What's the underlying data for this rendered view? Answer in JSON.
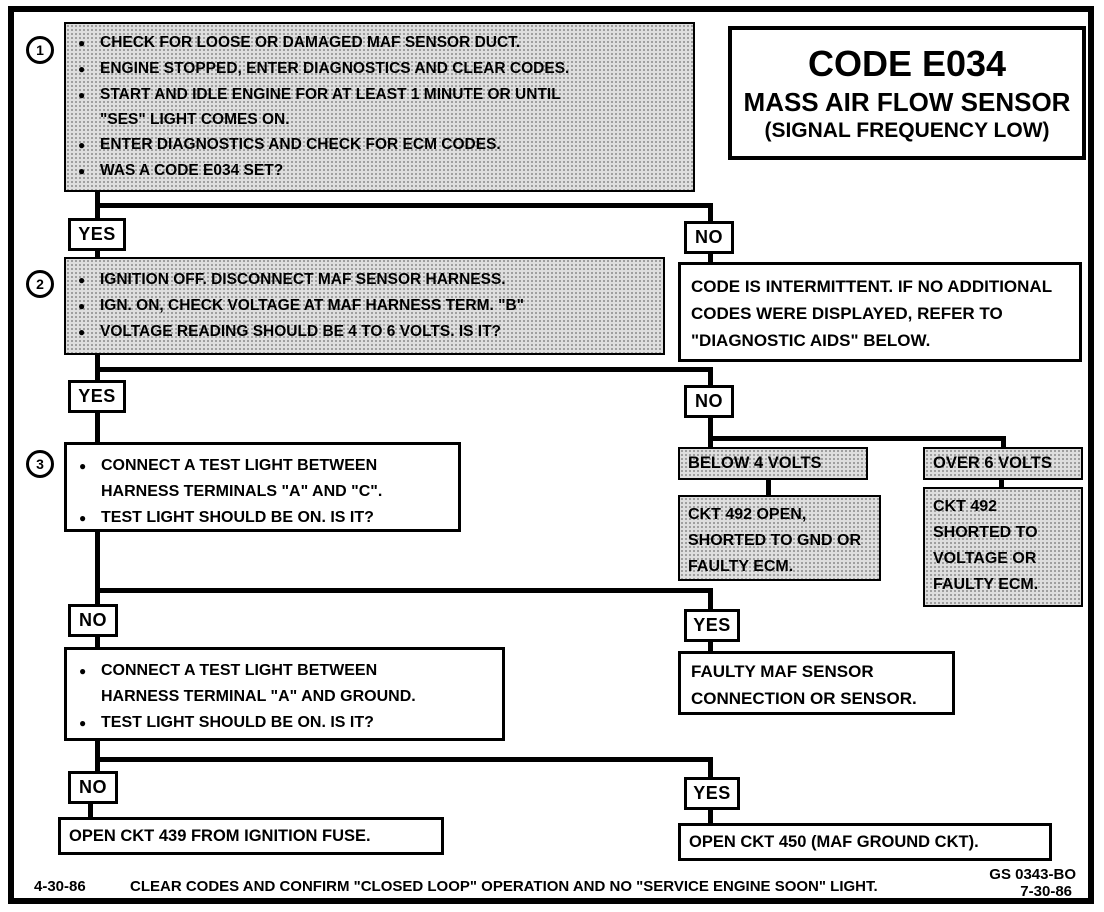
{
  "title": {
    "code": "CODE E034",
    "name": "MASS AIR FLOW SENSOR",
    "subtitle": "(SIGNAL FREQUENCY LOW)"
  },
  "labels": {
    "yes": "YES",
    "no": "NO"
  },
  "steps": {
    "step1": {
      "number": "1",
      "bullets": [
        "CHECK FOR LOOSE OR DAMAGED MAF SENSOR DUCT.",
        "ENGINE STOPPED, ENTER DIAGNOSTICS AND CLEAR CODES.",
        "START AND IDLE ENGINE FOR AT LEAST 1 MINUTE OR UNTIL \"SES\" LIGHT COMES ON.",
        "ENTER DIAGNOSTICS AND CHECK FOR ECM CODES.",
        "WAS A CODE E034 SET?"
      ]
    },
    "step2": {
      "number": "2",
      "bullets": [
        "IGNITION OFF.  DISCONNECT MAF SENSOR HARNESS.",
        "IGN. ON, CHECK VOLTAGE AT MAF HARNESS TERM. \"B\"",
        "VOLTAGE READING SHOULD BE 4 TO 6 VOLTS.  IS IT?"
      ]
    },
    "step3": {
      "number": "3",
      "bullets": [
        "CONNECT A TEST LIGHT BETWEEN HARNESS TERMINALS \"A\" AND \"C\".",
        "TEST LIGHT SHOULD BE ON.  IS IT?"
      ]
    },
    "step4": {
      "bullets": [
        "CONNECT A TEST LIGHT BETWEEN HARNESS TERMINAL \"A\" AND GROUND.",
        "TEST LIGHT SHOULD BE ON.  IS IT?"
      ]
    }
  },
  "results": {
    "intermittent": "CODE IS INTERMITTENT.  IF NO ADDITIONAL CODES WERE DISPLAYED, REFER TO \"DIAGNOSTIC AIDS\" BELOW.",
    "below_4_volts": "BELOW 4 VOLTS",
    "over_6_volts": "OVER 6 VOLTS",
    "ckt492_open": "CKT 492 OPEN, SHORTED TO GND OR FAULTY ECM.",
    "ckt492_shorted": "CKT 492 SHORTED TO VOLTAGE OR FAULTY ECM.",
    "faulty_sensor": "FAULTY MAF SENSOR CONNECTION OR SENSOR.",
    "open_ckt439": "OPEN CKT 439 FROM IGNITION FUSE.",
    "open_ckt450": "OPEN CKT 450 (MAF GROUND CKT)."
  },
  "footer": {
    "date_left": "4-30-86",
    "note": "CLEAR CODES AND CONFIRM \"CLOSED LOOP\"  OPERATION AND NO \"SERVICE ENGINE SOON\" LIGHT.",
    "doc_id": "GS 0343-BO",
    "date_right": "7-30-86"
  }
}
